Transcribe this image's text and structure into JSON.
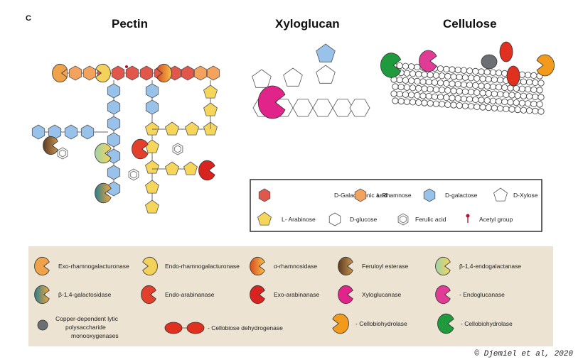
{
  "panel_letter": "C",
  "titles": {
    "pectin": "Pectin",
    "xyloglucan": "Xyloglucan",
    "cellulose": "Cellulose"
  },
  "legend_sugars": [
    {
      "label": "D-Galacturonic acid",
      "shape": "hexagon",
      "color": "#e1574c"
    },
    {
      "label": "L-Rhamnose",
      "shape": "hexagon",
      "color": "#f4a35f"
    },
    {
      "label": "D-galactose",
      "shape": "hexagon",
      "color": "#99c2ea"
    },
    {
      "label": "D-Xylose",
      "shape": "pentagon",
      "color": "#ffffff"
    },
    {
      "label": "L- Arabinose",
      "shape": "pentagon",
      "color": "#f6d65a"
    },
    {
      "label": "D-glucose",
      "shape": "hexagon",
      "color": "#ffffff"
    },
    {
      "label": "Ferulic acid",
      "shape": "ring",
      "color": "#ffffff"
    },
    {
      "label": "Acetyl group",
      "shape": "pin",
      "color": "#b0102a"
    }
  ],
  "enzymes": [
    {
      "label": "Exo-rhamnogalacturonase",
      "icon": "exo-rhamnogalacturonase-icon",
      "color": "#f0a24a"
    },
    {
      "label": "Endo-rhamnogalacturonase",
      "icon": "endo-rhamnogalacturonase-icon",
      "color": "#f3d25c"
    },
    {
      "label": "α-rhamnosidase",
      "icon": "alpha-rhamnosidase-icon",
      "color": "#e8732f"
    },
    {
      "label": "Feruloyl esterase",
      "icon": "feruloyl-esterase-icon",
      "color": "#7a5a3a"
    },
    {
      "label": "β-1,4-endogalactanase",
      "icon": "endogalactanase-icon",
      "color": "#9fd3a8"
    },
    {
      "label": "β-1,4-galactosidase",
      "icon": "galactosidase-icon",
      "color": "#2a7f8f"
    },
    {
      "label": "Endo-arabinanase",
      "icon": "endo-arabinanase-icon",
      "color": "#e2402c"
    },
    {
      "label": "Exo-arabinanase",
      "icon": "exo-arabinanase-icon",
      "color": "#d8231f"
    },
    {
      "label": "Xyloglucanase",
      "icon": "xyloglucanase-icon",
      "color": "#e0248a"
    },
    {
      "label": "- Endoglucanase",
      "icon": "endoglucanase-icon",
      "color": "#e03c95"
    },
    {
      "label_lines": [
        "Copper-dependent lytic",
        "polysaccharide",
        "monooxygenases"
      ],
      "icon": "lpmo-icon",
      "color": "#6b6e73"
    },
    {
      "label": "- Cellobiose dehydrogenase",
      "icon": "cellobiose-dehydrogenase-icon",
      "color": "#e0301f"
    },
    {
      "label": "- Cellobiohydrolase",
      "icon": "cellobiohydrolase-orange-icon",
      "color": "#f29a1c"
    },
    {
      "label": "- Cellobiohydrolase",
      "icon": "cellobiohydrolase-green-icon",
      "color": "#1f9a3c"
    }
  ],
  "copyright": "© Djemiel et al, 2020"
}
